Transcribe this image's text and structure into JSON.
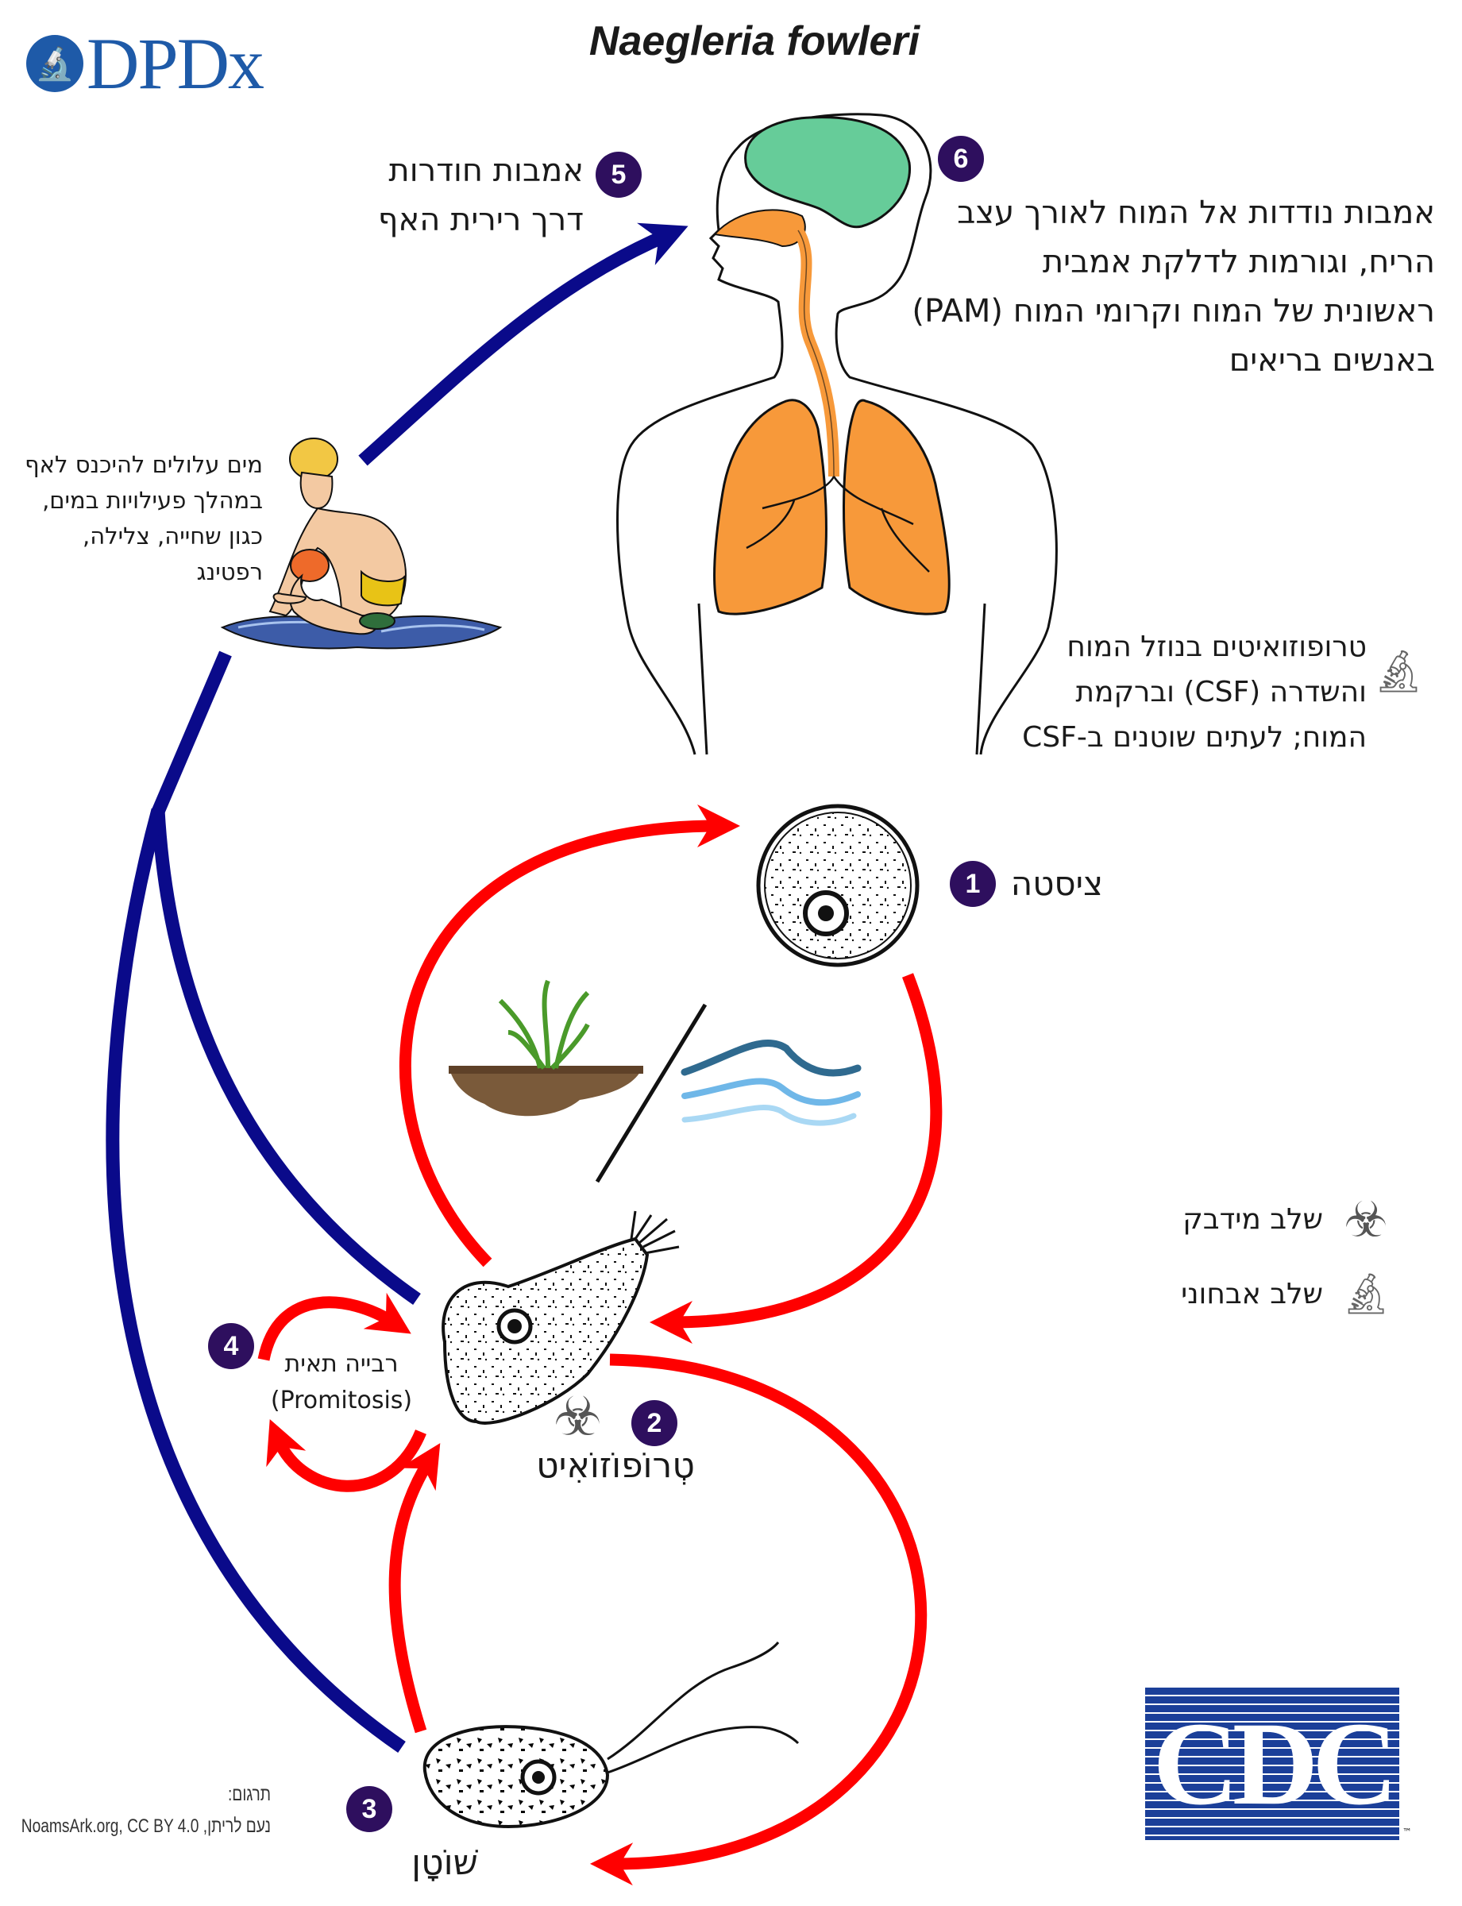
{
  "header": {
    "title": "Naegleria fowleri",
    "logo_text": "DPDx"
  },
  "steps": {
    "s1": {
      "number": "1",
      "label": "ציסטה"
    },
    "s2": {
      "number": "2",
      "label": "טְרוֹפוֹזוֹאִיט"
    },
    "s3": {
      "number": "3",
      "label": "שׁוֹטָן"
    },
    "s4": {
      "number": "4",
      "lines": [
        "רבייה תאית",
        "(Promitosis)"
      ]
    },
    "s5": {
      "number": "5",
      "lines": [
        "אמבות חודרות",
        "דרך רירית האף"
      ]
    },
    "s6": {
      "number": "6",
      "lines": [
        "אמבות נודדות אל המוח לאורך עצב",
        "הריח, וגורמות לדלקת אמבית",
        "ראשונית של המוח וקרומי המוח (PAM)",
        "באנשים בריאים"
      ]
    }
  },
  "water_note": {
    "lines": [
      "מים עלולים להיכנס לאף",
      "במהלך פעילויות במים,",
      "כגון שחייה, צלילה,",
      "רפטינג"
    ]
  },
  "diagnostic_note": {
    "lines": [
      "טרופוזואיטים בנוזל המוח",
      "והשדרה (CSF) וברקמת",
      "המוח; לעתים שוטנים ב-CSF"
    ]
  },
  "legend": {
    "infective": {
      "label": "שלב מידבק",
      "icon": "biohazard-icon"
    },
    "diagnostic": {
      "label": "שלב אבחוני",
      "icon": "microscope-icon"
    }
  },
  "credits": {
    "lines": [
      "תרגום:",
      "נעם לריתן, NoamsArk.org, CC BY 4.0"
    ]
  },
  "cdc_logo": {
    "text": "CDC",
    "tm": "™"
  },
  "colors": {
    "step_circle": "#2e0f5e",
    "red_arrow": "#ff0000",
    "blue_arrow": "#0a0a8a",
    "brain": "#66cc99",
    "lungs": "#f7993a",
    "cdc_blue": "#1b3f99",
    "dpdx_blue": "#1e5aa8"
  }
}
